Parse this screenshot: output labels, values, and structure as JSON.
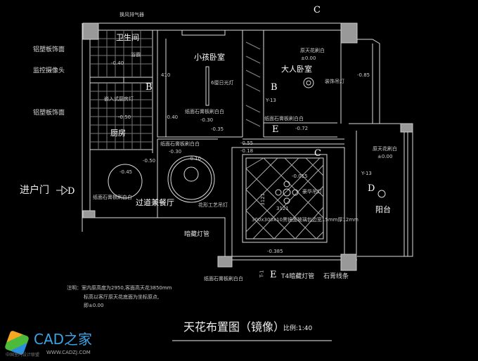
{
  "drawing": {
    "title": "天花布置图（镜像）",
    "scale": "比例:1:40",
    "notes": [
      "注明：室内原高度为2950,客面高天花3850mm",
      "标高以客厅原天花底面为坐标原点,",
      "即±0.00"
    ],
    "rooms": {
      "bathroom": "卫生间",
      "kids_room": "小孩卧室",
      "master_room": "大人卧室",
      "kitchen": "厨房",
      "dining": "过道兼餐厅",
      "balcony": "阳台"
    },
    "labels": {
      "exhaust": "换风排气器",
      "panel1": "铝塑板饰面",
      "camera": "监控摄像头",
      "panel2": "铝塑板饰面",
      "entry": "进户门",
      "hidden_tube": "暗藏灯管",
      "t4": "T4暗藏灯管",
      "plaster": "石膏线条",
      "kitchen_light": "嵌入式厨房灯",
      "bath_light": "浴霸",
      "fluor": "6厘日光灯",
      "kids_ceil": "纸面石膏板刷白白",
      "orig_ceiling": "原天花刷白",
      "orig_ceiling2": "原天花刷白",
      "zero": "±0.00",
      "zero2": "±0.00",
      "deco_light": "装饰吊灯",
      "gypsum_top": "纸面石膏板刷白白",
      "gypsum_din": "纸面石膏板刷白白",
      "gypsum_din2": "纸面石膏板刷白白",
      "art_light": "花形工艺吊灯",
      "luxury_light": "豪华吊灯",
      "tile_note": "300x300x10黑镜面玻璃包边宽15mm厚12mm",
      "dim_410": "410",
      "dim_3121a": "3121",
      "dim_3121b": "3121",
      "gypsum_bottom": "纸面石膏板刷白白"
    },
    "levels": [
      "-0.40",
      "-0.50",
      "-0.40",
      "-0.30",
      "-0.85",
      "-0.30",
      "-0.35",
      "-0.72",
      "-0.55",
      "-0.18",
      "-0.50",
      "-0.45",
      "-0.015",
      "-0.385",
      "-0.10"
    ],
    "section_marks": {
      "B": "B",
      "C": "C",
      "D": "D",
      "E": "E",
      "y13": "Y-13",
      "t1": "T-1"
    }
  },
  "logo": {
    "name": "CAD之家",
    "url_text": "WWW.CADZJ.COM",
    "sub": "中国室内设计联盟"
  }
}
